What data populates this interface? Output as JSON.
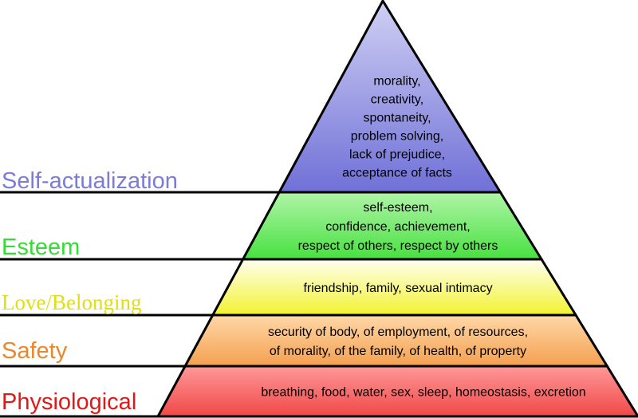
{
  "levels": [
    {
      "name": "Self-actualization",
      "color": "#7b7bd8",
      "fill_top": "#d0d0f4",
      "fill_bottom": "#7070d8",
      "lines": [
        "morality,",
        "creativity,",
        "spontaneity,",
        "problem solving,",
        "lack of prejudice,",
        "acceptance of facts"
      ]
    },
    {
      "name": "Esteem",
      "color": "#33dd33",
      "fill_top": "#b0f5a8",
      "fill_bottom": "#48e040",
      "lines": [
        "self-esteem,",
        "confidence, achievement,",
        "respect of others, respect by others"
      ]
    },
    {
      "name": "Love/Belonging",
      "color": "#e0e010",
      "fill_top": "#fffff0",
      "fill_bottom": "#f2f230",
      "lines": [
        "friendship, family, sexual intimacy"
      ]
    },
    {
      "name": "Safety",
      "color": "#e8882c",
      "fill_top": "#ffd8a8",
      "fill_bottom": "#f4a050",
      "lines": [
        "security of body, of employment, of resources,",
        "of morality, of the family, of health, of property"
      ]
    },
    {
      "name": "Physiological",
      "color": "#e01818",
      "fill_top": "#ff9898",
      "fill_bottom": "#f04848",
      "lines": [
        "breathing, food, water, sex, sleep, homeostasis, excretion"
      ]
    }
  ]
}
